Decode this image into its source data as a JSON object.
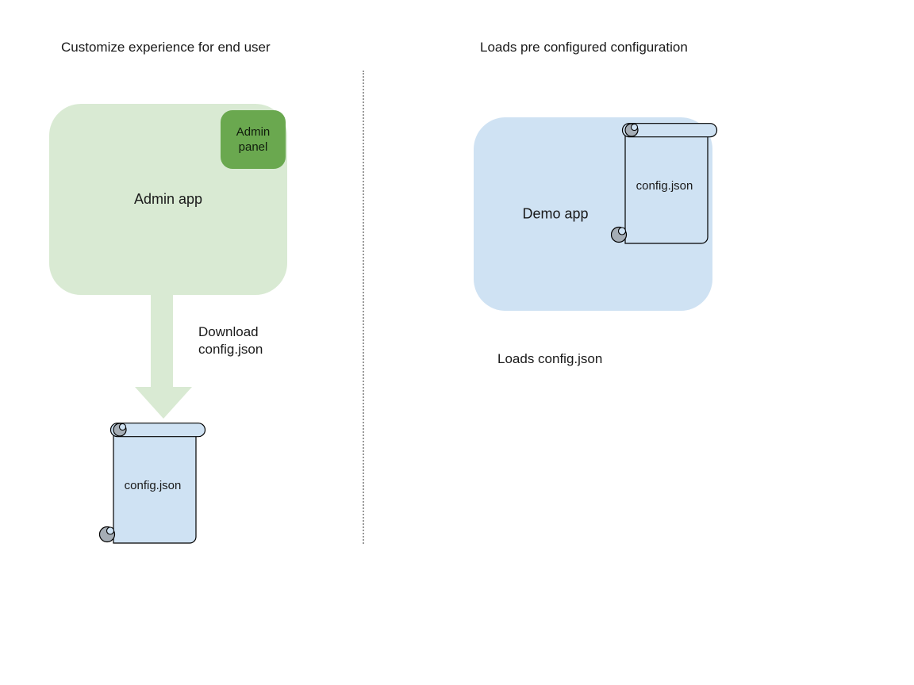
{
  "left": {
    "title": "Customize experience for end user",
    "admin_app_label": "Admin app",
    "admin_panel_label": "Admin panel",
    "arrow_label_line1": "Download",
    "arrow_label_line2": "config.json",
    "config_file_label": "config.json"
  },
  "right": {
    "title": "Loads pre configured configuration",
    "demo_app_label": "Demo app",
    "config_file_label": "config.json",
    "caption": "Loads config.json"
  },
  "colors": {
    "admin_app_fill": "#d9ead3",
    "admin_panel_fill": "#6aa84f",
    "arrow_fill": "#d9ead3",
    "demo_app_fill": "#cfe2f3",
    "scroll_fill": "#cfe2f3",
    "scroll_curl_fill": "#a5adb5",
    "divider_color": "#999999",
    "text": "#1a1a1a"
  }
}
